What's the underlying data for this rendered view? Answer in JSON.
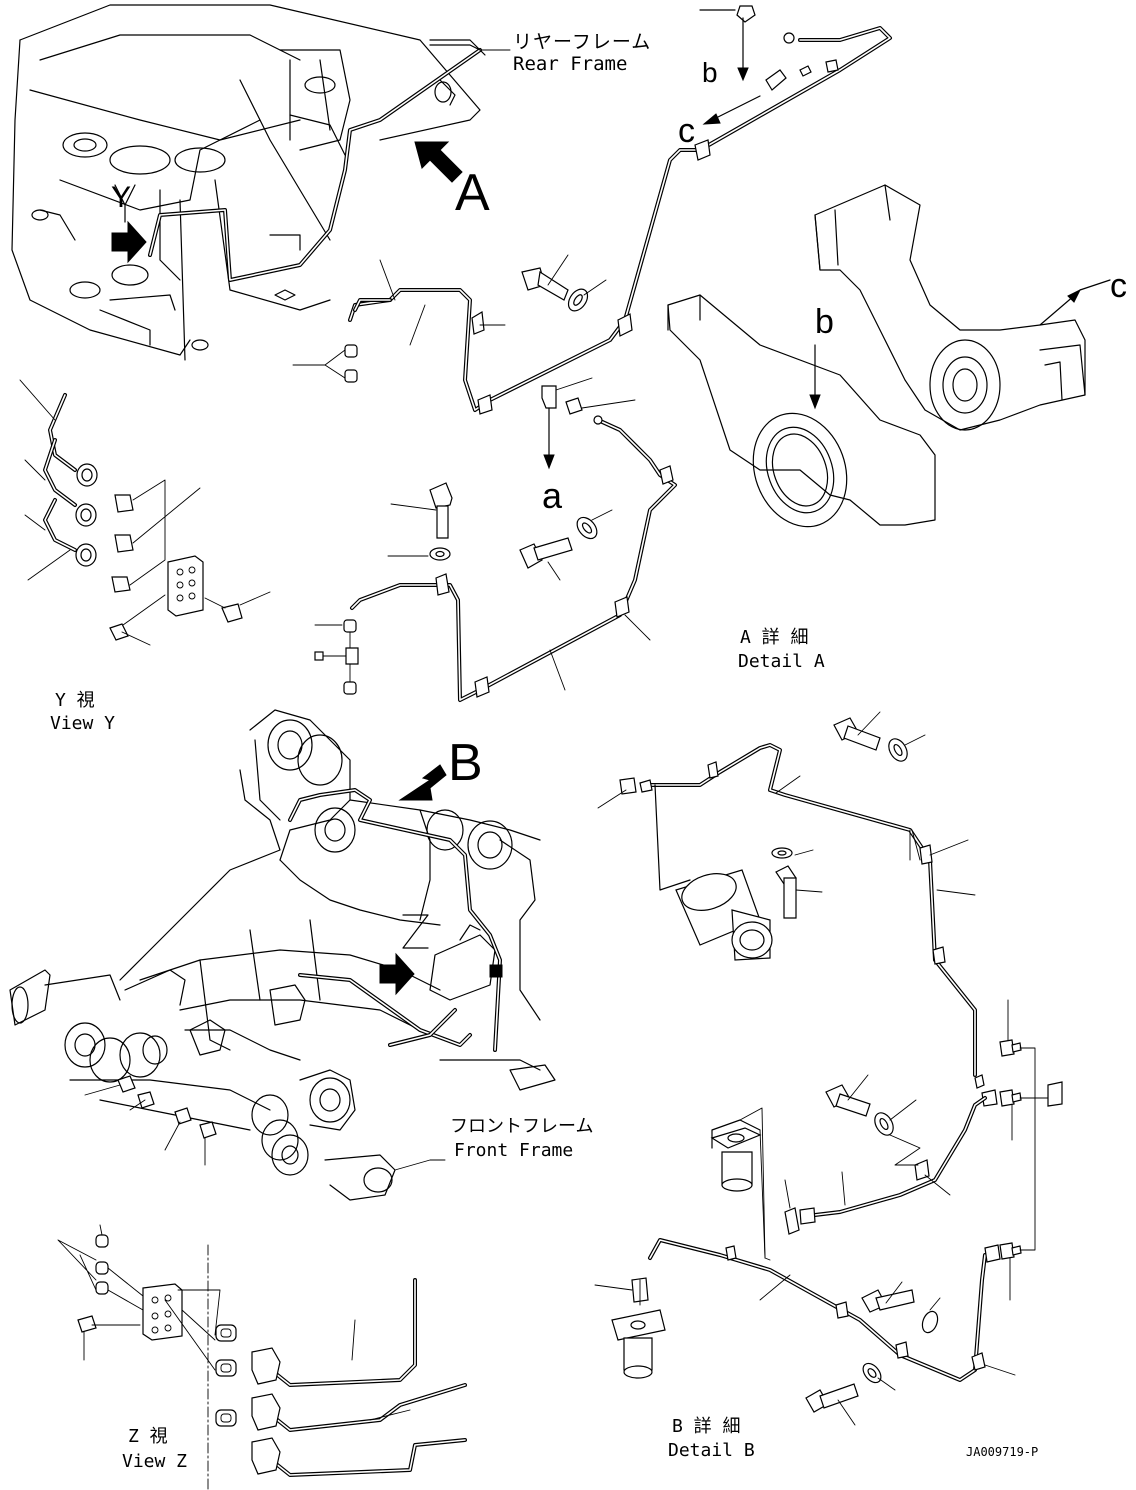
{
  "labels": {
    "rear_frame_jp": "リヤーフレーム",
    "rear_frame_en": "Rear Frame",
    "front_frame_jp": "フロントフレーム",
    "front_frame_en": "Front Frame",
    "arrow_A": "A",
    "arrow_B": "B",
    "arrow_Y": "Y",
    "arrow_Z": "Z",
    "ref_a": "a",
    "ref_b1": "b",
    "ref_b2": "b",
    "ref_c1": "c",
    "ref_c2": "c",
    "detail_a_jp": "A 詳 細",
    "detail_a_en": "Detail A",
    "detail_b_jp": "B 詳 細",
    "detail_b_en": "Detail B",
    "view_y_jp": "Y 視",
    "view_y_en": "View Y",
    "view_z_jp": "Z 視",
    "view_z_en": "View Z",
    "drawing_number": "JA009719-P"
  }
}
